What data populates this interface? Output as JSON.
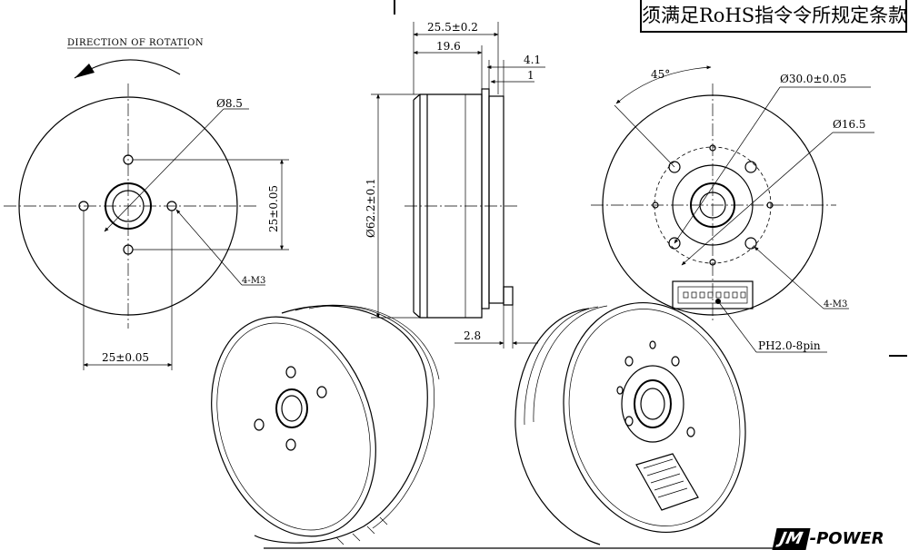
{
  "notice": "须满足RoHS指令令所规定条款",
  "logo": {
    "mark": "JM",
    "text": "-POWER"
  },
  "front_view": {
    "rotation_caption": "DIRECTION OF ROTATION",
    "shaft_dia": "Ø8.5",
    "vertical_spacing": "25±0.05",
    "horizontal_spacing": "25±0.05",
    "thread": "4-M3"
  },
  "side_view": {
    "overall_length": "25.5±0.2",
    "body_length": "19.6",
    "rear_step": "4.1",
    "rear_plate": "1",
    "outer_dia": "Ø62.2±0.1",
    "connector_offset": "2.8"
  },
  "rear_view": {
    "angle": "45°",
    "bolt_circle": "Ø30.0±0.05",
    "bore_dia": "Ø16.5",
    "thread": "4-M3",
    "connector": "PH2.0-8pin"
  }
}
